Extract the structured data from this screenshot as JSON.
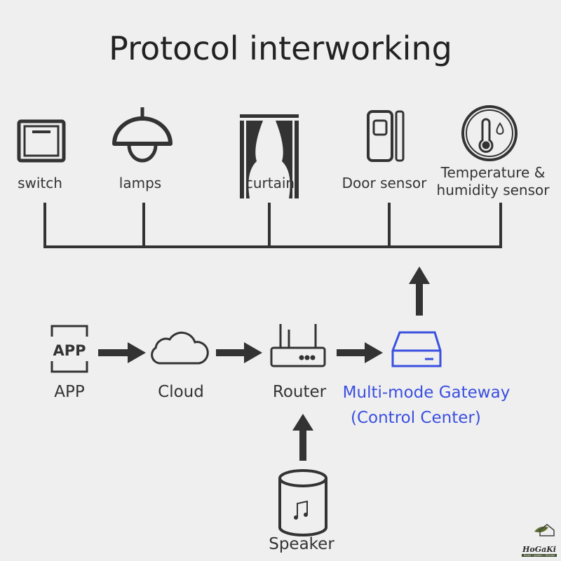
{
  "title": "Protocol interworking",
  "devices": [
    {
      "label": "switch",
      "icon": "switch-icon"
    },
    {
      "label": "lamps",
      "icon": "lamp-icon"
    },
    {
      "label": "curtain",
      "icon": "curtain-icon"
    },
    {
      "label": "Door sensor",
      "icon": "door-sensor-icon"
    },
    {
      "label_line1": "Temperature &",
      "label_line2": "humidity sensor",
      "icon": "thermometer-humidity-icon"
    }
  ],
  "flow": {
    "app": {
      "label": "APP",
      "icon_text": "APP"
    },
    "cloud": {
      "label": "Cloud"
    },
    "router": {
      "label": "Router"
    },
    "gateway": {
      "label_line1": "Multi-mode Gateway",
      "label_line2": "(Control Center)",
      "color": "#3a4fe0"
    },
    "speaker": {
      "label": "Speaker"
    }
  },
  "logo": {
    "name": "HoGaKi",
    "tagline": "Home • garden • Kitchen"
  },
  "colors": {
    "background": "#efefef",
    "icon": "#333333",
    "accent": "#3a4fe0"
  }
}
